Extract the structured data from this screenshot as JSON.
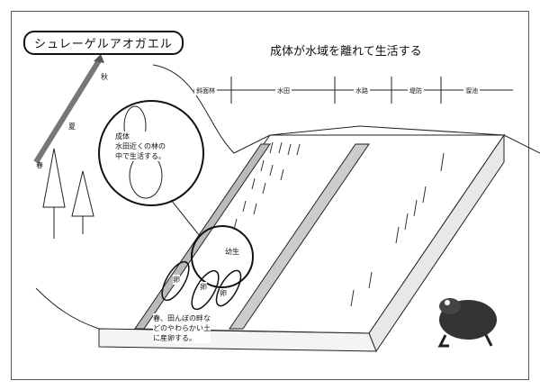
{
  "title": "シュレーゲルアオガエル",
  "heading": "成体が水域を離れて生活する",
  "zones": [
    "斜面林",
    "水田",
    "水路",
    "堤防",
    "溜池"
  ],
  "seasons": {
    "autumn": "秋",
    "summer": "夏",
    "spring": "春"
  },
  "adult_note": [
    "成体",
    "水田近くの林の",
    "中で生活する。"
  ],
  "larva_label": "幼生",
  "egg_label": "卵",
  "spawn_note": [
    "春、田んぼの畔な",
    "どのやわらかい土",
    "に産卵する。"
  ]
}
